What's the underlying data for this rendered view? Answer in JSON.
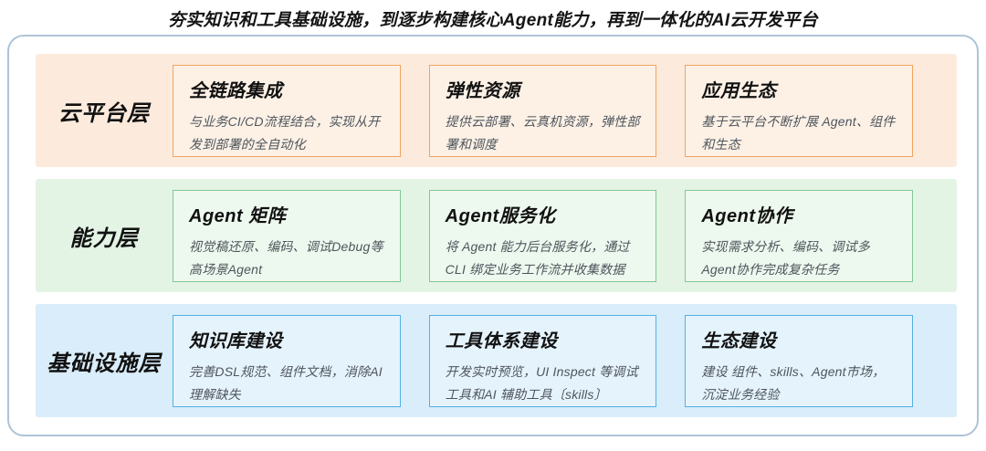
{
  "title": "夯实知识和工具基础设施，到逐步构建核心Agent能力，再到一体化的AI云开发平台",
  "panel": {
    "border_color": "#aec3d7"
  },
  "layers": [
    {
      "name": "云平台层",
      "theme": {
        "band_bg": "#fcebdc",
        "card_bg": "#fdf1e6",
        "card_border": "#f0a360"
      },
      "cards": [
        {
          "title": "全链路集成",
          "desc": "与业务CI/CD流程结合，实现从开发到部署的全自动化"
        },
        {
          "title": "弹性资源",
          "desc": "提供云部署、云真机资源，弹性部署和调度"
        },
        {
          "title": "应用生态",
          "desc": "基于云平台不断扩展 Agent、组件和生态"
        }
      ]
    },
    {
      "name": "能力层",
      "theme": {
        "band_bg": "#e3f4e5",
        "card_bg": "#edf8ee",
        "card_border": "#82c795"
      },
      "cards": [
        {
          "title": "Agent 矩阵",
          "desc": "视觉稿还原、编码、调试Debug等高场景Agent"
        },
        {
          "title": "Agent服务化",
          "desc": "将 Agent 能力后台服务化，通过 CLI 绑定业务工作流并收集数据"
        },
        {
          "title": "Agent协作",
          "desc": "实现需求分析、编码、调试多Agent协作完成复杂任务"
        }
      ]
    },
    {
      "name": "基础设施层",
      "theme": {
        "band_bg": "#d9edfa",
        "card_bg": "#e5f3fc",
        "card_border": "#54b0e4"
      },
      "cards": [
        {
          "title": "知识库建设",
          "desc": "完善DSL规范、组件文档，消除AI理解缺失"
        },
        {
          "title": "工具体系建设",
          "desc": "开发实时预览，UI Inspect 等调试工具和AI 辅助工具〔skills〕"
        },
        {
          "title": "生态建设",
          "desc": "建设 组件、skills、Agent市场，沉淀业务经验"
        }
      ]
    }
  ]
}
